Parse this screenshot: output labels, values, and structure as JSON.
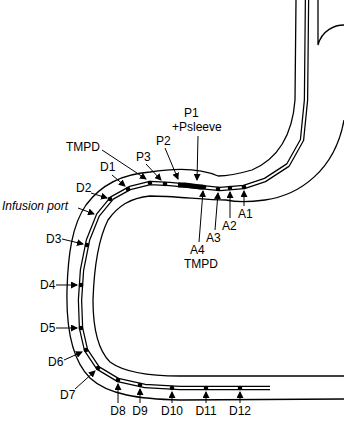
{
  "diagram": {
    "labels": [
      "P1",
      "+Psleeve",
      "P2",
      "P3",
      "TMPD",
      "D1",
      "D2",
      "Infusion port",
      "D3",
      "D4",
      "D5",
      "D6",
      "D7",
      "D8",
      "D9",
      "D10",
      "D11",
      "D12",
      "A1",
      "A2",
      "A3",
      "A4",
      "TMPD"
    ]
  }
}
